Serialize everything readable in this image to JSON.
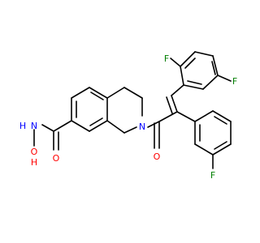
{
  "colors": {
    "background": "#ffffff",
    "bond": "#000000",
    "oxygen": "#ff0000",
    "nitrogen": "#0000ff",
    "fluorine": "#008000"
  },
  "atoms": {
    "f1": {
      "label": "F",
      "element": "fluorine"
    },
    "f2": {
      "label": "F",
      "element": "fluorine"
    },
    "f3": {
      "label": "F",
      "element": "fluorine"
    },
    "n_ring": {
      "label": "N",
      "element": "nitrogen"
    },
    "o_ketone": {
      "label": "O",
      "element": "oxygen"
    },
    "o_amide": {
      "label": "O",
      "element": "oxygen"
    },
    "nh_h": {
      "label": "H",
      "element": "nitrogen"
    },
    "nh_n": {
      "label": "N",
      "element": "nitrogen"
    },
    "oh_o": {
      "label": "O",
      "element": "oxygen"
    },
    "oh_h": {
      "label": "H",
      "element": "oxygen"
    }
  }
}
